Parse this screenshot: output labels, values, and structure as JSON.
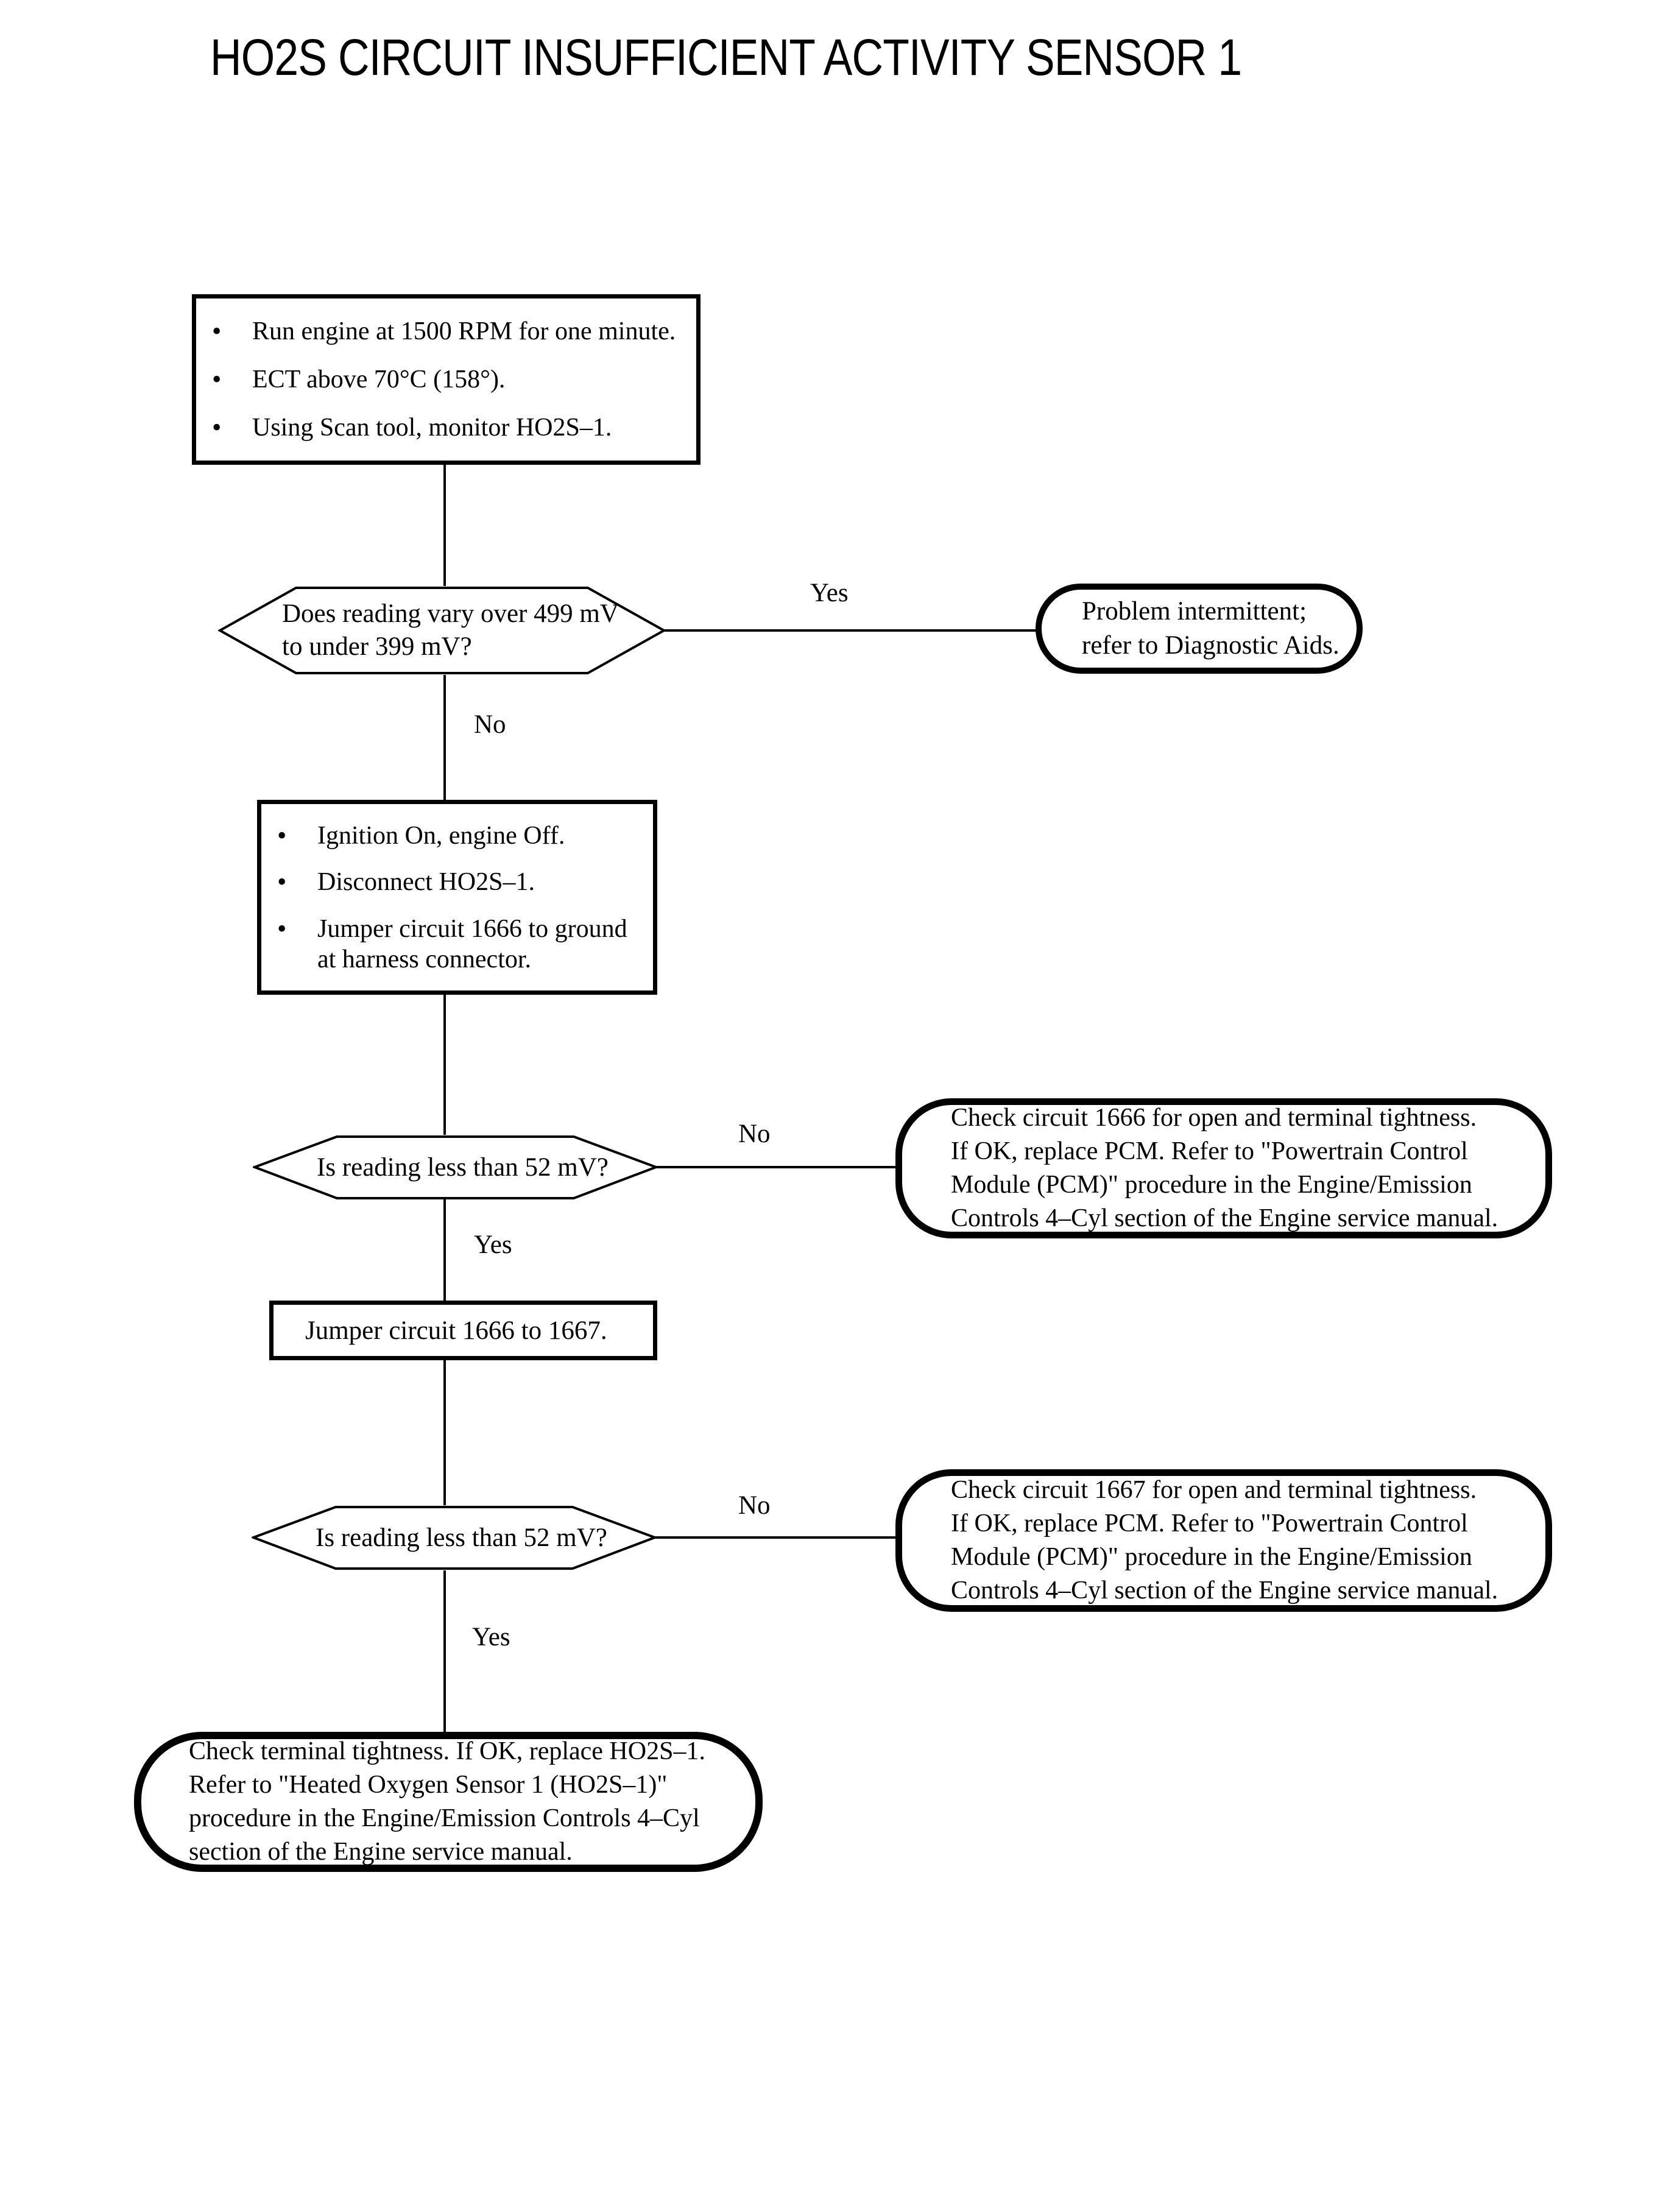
{
  "title": "HO2S CIRCUIT INSUFFICIENT ACTIVITY SENSOR 1",
  "bullet_glyph": "•",
  "branch_labels": {
    "yes": "Yes",
    "no": "No"
  },
  "start_box": {
    "bullets": [
      "Run engine at 1500 RPM for one minute.",
      "ECT above 70°C (158°).",
      "Using Scan tool, monitor HO2S–1."
    ]
  },
  "decision_vary": {
    "lines": [
      "Does reading vary over 499 mV",
      "to under 399 mV?"
    ]
  },
  "terminator_intermittent": {
    "lines": [
      "Problem intermittent;",
      "refer to Diagnostic Aids."
    ]
  },
  "prep_box": {
    "bullets": [
      "Ignition On, engine Off.",
      "Disconnect HO2S–1.",
      "Jumper circuit 1666 to ground at harness connector."
    ]
  },
  "decision_52mv_1": {
    "text": "Is reading less than 52 mV?"
  },
  "terminator_1666": {
    "lines": [
      "Check circuit 1666 for open and terminal tightness.",
      "If OK, replace PCM. Refer to \"Powertrain Control",
      "Module (PCM)\" procedure in the Engine/Emission",
      "Controls 4–Cyl section of the Engine service manual."
    ]
  },
  "jumper_box": {
    "text": "Jumper circuit 1666 to 1667."
  },
  "decision_52mv_2": {
    "text": "Is reading less than 52 mV?"
  },
  "terminator_1667": {
    "lines": [
      "Check circuit 1667 for open and terminal tightness.",
      "If OK, replace PCM. Refer to \"Powertrain Control",
      "Module (PCM)\" procedure in the Engine/Emission",
      "Controls 4–Cyl section of the Engine service manual."
    ]
  },
  "terminator_replace_ho2s": {
    "lines": [
      "Check terminal tightness. If OK, replace HO2S–1.",
      "Refer to \"Heated Oxygen Sensor 1 (HO2S–1)\"",
      "procedure in the Engine/Emission Controls 4–Cyl",
      "section of the Engine service manual."
    ]
  },
  "colors": {
    "ink": "#000000",
    "paper": "#ffffff"
  }
}
